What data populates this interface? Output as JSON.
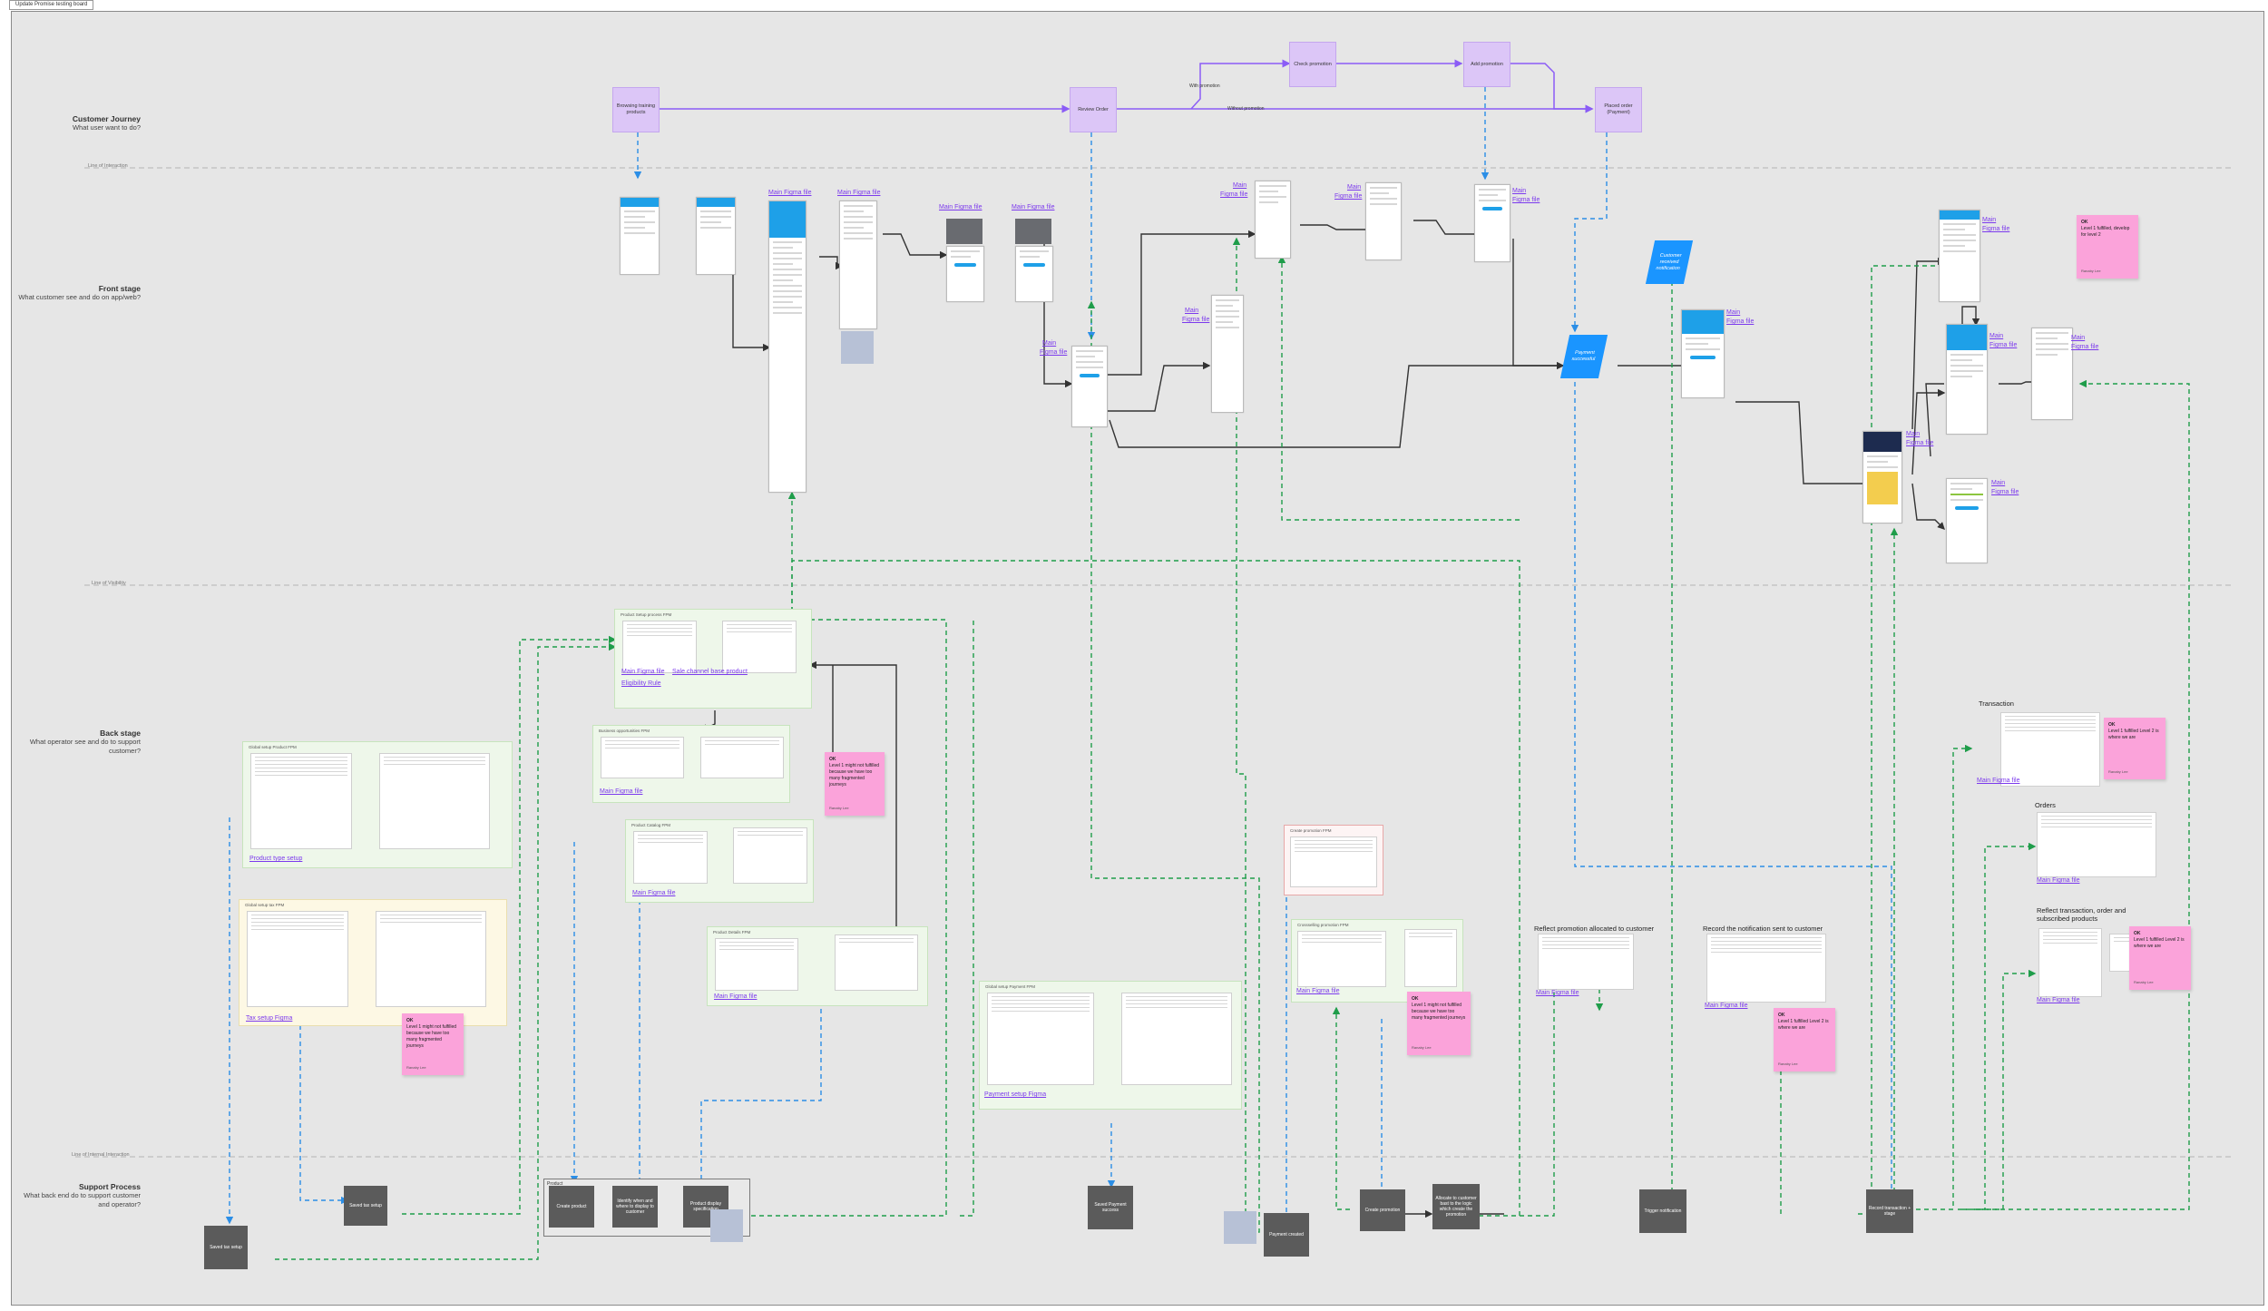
{
  "frame_title": "Update Promise testing board",
  "lanes": {
    "customer_journey": {
      "title": "Customer Journey",
      "subtitle": "What user want to do?"
    },
    "front_stage": {
      "title": "Front stage",
      "subtitle": "What customer see and do on app/web?"
    },
    "back_stage": {
      "title": "Back stage",
      "subtitle": "What operator see and do to support customer?"
    },
    "support_process": {
      "title": "Support Process",
      "subtitle": "What back end do to support customer and operator?"
    }
  },
  "dividers": {
    "interaction": "Line of Interaction",
    "visibility": "Line of Visibility",
    "internal": "Line of Internal Interaction"
  },
  "journey": {
    "browsing": "Browsing training products",
    "review": "Review Order",
    "check": "Check promotion",
    "add": "Add promotion",
    "placed": "Placed order (Payment)",
    "with_promo": "With promotion",
    "without_promo": "Without promotion"
  },
  "front_links": {
    "main_figma_file": "Main Figma file",
    "main": "Main",
    "figma_file": "Figma file"
  },
  "front_blue": {
    "payment": "Payment successful",
    "notification": "Customer received notification"
  },
  "back": {
    "product_setup_title": "Product Setup process FPM",
    "product_setup_links": [
      "Main Figma file",
      "Sale channel base product",
      "Eligibility Rule"
    ],
    "business_opp_title": "Business opportunities FPM",
    "business_opp_link": "Main Figma file",
    "product_catalog_title": "Product Catalog FPM",
    "product_catalog_link": "Main Figma file",
    "product_details_title": "Product Details FPM",
    "product_details_link": "Main Figma file",
    "product_type_title": "Global setup Product FPM",
    "product_type_link": "Product type setup",
    "tax_title": "Global setup tax FPM",
    "tax_link": "Tax setup Figma",
    "payment_title": "Global setup Payment FPM",
    "payment_link": "Payment setup Figma",
    "create_promo_title": "Create promotion FPM",
    "crosselling_title": "Crossselling promotion FPM",
    "crosselling_link": "Main Figma file",
    "reflect_promo": "Reflect promotion allocated to customer",
    "reflect_promo_link": "Main Figma file",
    "record_notification": "Record the notification sent to customer",
    "record_notification_link": "Main Figma file",
    "transaction": "Transaction",
    "transaction_link": "Main Figma file",
    "orders": "Orders",
    "orders_link": "Main Figma file",
    "reflect_transaction": "Reflect transaction, order and subscribed products",
    "reflect_transaction_link": "Main Figma file"
  },
  "notes": {
    "ok": "OK",
    "level1_not": "Level 1 might not fulfilled because we have too many fragmented journeys",
    "level1_dev": "Level 1 fulfilled, develop for level 2",
    "level2_check": "Level 1 fulfilled Level 2 is where we are",
    "meta": "Ranaby Lee"
  },
  "support": {
    "tax": "Saved tax setup",
    "product_setup": "Saved tax setup",
    "group": "Product",
    "create_product": "Create product",
    "identify": "Identify when and where to display to customer",
    "product_display": "Product display specification",
    "payment_saved": "Saved Payment success",
    "payment_created": "Payment created",
    "create_promo": "Create promotion",
    "allocate": "Allocate to customer bast to the logic which create the promotion",
    "trigger": "Trigger notification",
    "record": "Record transaction + stage"
  }
}
